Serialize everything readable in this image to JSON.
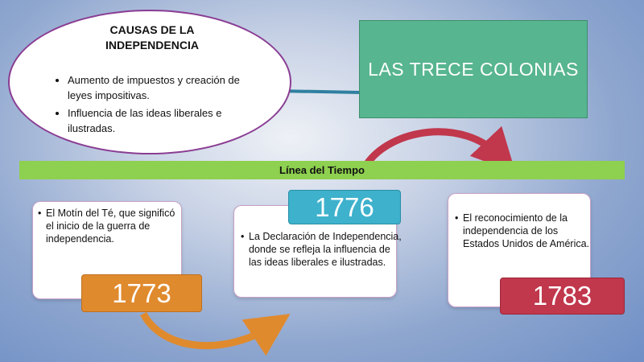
{
  "causes": {
    "title": "CAUSAS DE LA INDEPENDENCIA",
    "items": [
      "Aumento de impuestos y creación de leyes impositivas.",
      "Influencia de las ideas liberales e ilustradas."
    ]
  },
  "main_title": "LAS TRECE COLONIAS",
  "timeline_label": "Línea del Tiempo",
  "events": [
    {
      "year": "1773",
      "text": "El Motín del Té, que significó el inicio de la guerra de independencia."
    },
    {
      "year": "1776",
      "text": "La Declaración de Independencia, donde se refleja la influencia de las ideas liberales e ilustradas."
    },
    {
      "year": "1783",
      "text": "El reconocimiento de la independencia de los Estados Unidos de América."
    }
  ],
  "colors": {
    "ellipse_border": "#8a3d93",
    "title_box": "#57b58f",
    "timeline_bar": "#8ed04f",
    "year_1773": "#e08a2e",
    "year_1776": "#3eb1cc",
    "year_1783": "#c1374c",
    "arrow_orange": "#e08a2e",
    "arrow_red": "#c1374c",
    "connector": "#2f7fa0"
  }
}
